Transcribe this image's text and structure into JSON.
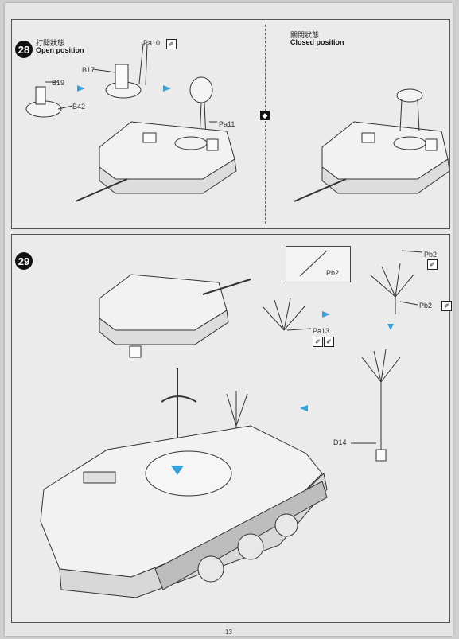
{
  "steps": {
    "s28": {
      "number": "28",
      "open_zh": "打開狀態",
      "open_en": "Open position",
      "closed_zh": "關閉狀態",
      "closed_en": "Closed position"
    },
    "s29": {
      "number": "29"
    }
  },
  "parts": {
    "pa10": "Pa10",
    "b17": "B17",
    "b19": "B19",
    "b42": "B42",
    "pa11": "Pa11",
    "pb2_box": "Pb2",
    "pb2_top": "Pb2",
    "pb2_mid": "Pb2",
    "pa13": "Pa13",
    "d14": "D14"
  },
  "icons": {
    "glue": "glue-icon",
    "flip": "flip-view-icon",
    "rotate": "rotate-arrow-icon",
    "arrow": "step-arrow-icon"
  },
  "colors": {
    "arrow": "#3aa0d8",
    "line": "#333333",
    "panel": "#ebebeb"
  },
  "page": {
    "number": "13"
  }
}
